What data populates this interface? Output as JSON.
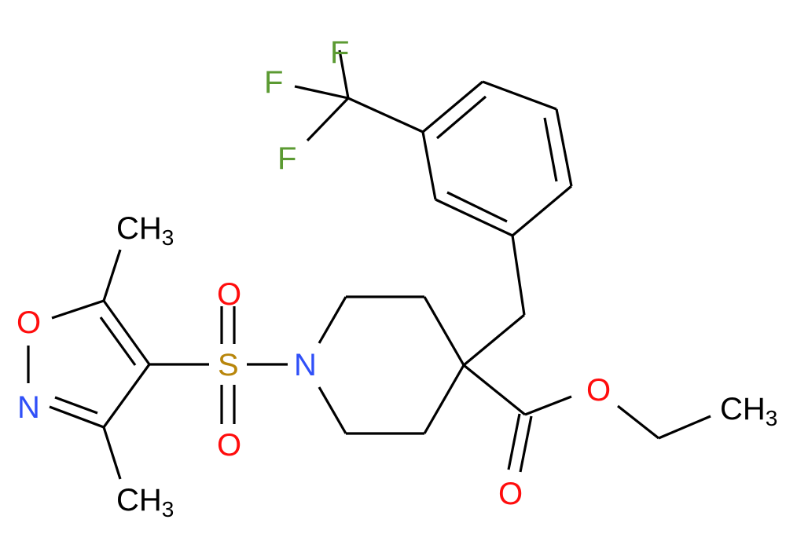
{
  "molecule": {
    "name": "ethyl 1-[(3,5-dimethyl-1,2-oxazol-4-yl)sulfonyl]-4-[[3-(trifluoromethyl)phenyl]methyl]piperidine-4-carboxylate",
    "colors": {
      "bond": "#000000",
      "carbon": "#000000",
      "oxygen": "#ff0d0d",
      "nitrogen": "#3050f8",
      "sulfur": "#b8860b",
      "fluorine": "#5b9a32",
      "background": "#ffffff"
    },
    "labels": {
      "f_top": "F",
      "f_left": "F",
      "f_bottom": "F",
      "ch3_isoxazole_top": "CH",
      "ch3_isoxazole_top_sub": "3",
      "ch3_isoxazole_bottom": "CH",
      "ch3_isoxazole_bottom_sub": "3",
      "o_isoxazole": "O",
      "n_isoxazole": "N",
      "s_sulfonyl": "S",
      "o_sulfonyl_top": "O",
      "o_sulfonyl_bottom": "O",
      "n_piperidine": "N",
      "o_ester_ether": "O",
      "o_ester_carbonyl": "O",
      "ch3_ethyl": "CH",
      "ch3_ethyl_sub": "3"
    }
  }
}
